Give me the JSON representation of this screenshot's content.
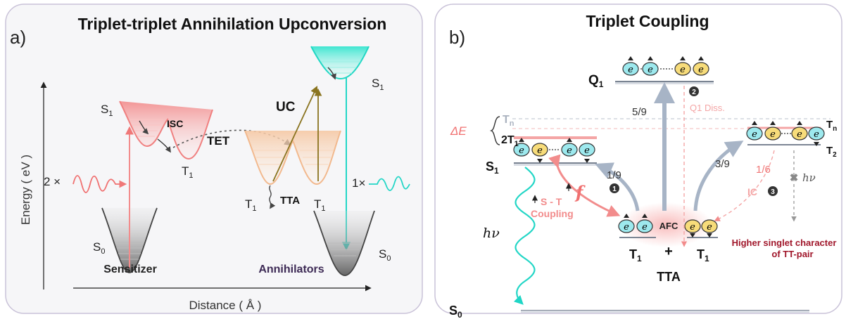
{
  "panel_a": {
    "tag": "a)",
    "title": "Triplet-triplet Annihilation Upconversion",
    "y_axis_label": "Energy ( eV )",
    "x_axis_label": "Distance ( Å )",
    "sensitizer": {
      "name": "Sensitizer",
      "s1": "S",
      "s1_sub": "1",
      "s0": "S",
      "s0_sub": "0",
      "t1": "T",
      "t1_sub": "1",
      "isc": "ISC"
    },
    "tet": "TET",
    "tta": "TTA",
    "uc": "UC",
    "annihilator": {
      "name": "Annihilators",
      "t1": "T",
      "t1_sub": "1",
      "s1": "S",
      "s1_sub": "1",
      "s0": "S",
      "s0_sub": "0"
    },
    "input_photons": "2 ×",
    "output_photons": "1×"
  },
  "panel_b": {
    "tag": "b)",
    "title": "Triplet Coupling",
    "q1": "Q",
    "q1_sub": "1",
    "s1": "S",
    "s1_sub": "1",
    "s0": "S",
    "s0_sub": "0",
    "tn": "T",
    "tn_sub": "n",
    "tn_right": "T",
    "tn_right_sub": "n",
    "t2": "T",
    "t2_sub": "2",
    "two_t1": "2T",
    "two_t1_sub": "1",
    "delta_e": "ΔE",
    "frac_5_9": "5/9",
    "frac_1_9": "1/9",
    "frac_3_9": "3/9",
    "frac_1_6": "1/6",
    "step_1": "1",
    "step_2": "2",
    "step_3": "3",
    "q1_diss": "Q1 Diss.",
    "ic": "IC",
    "hv_left": "hν",
    "hv_right": "hν",
    "st_coupling_1": "S - T",
    "st_coupling_2": "Coupling",
    "f_symbol": "f",
    "afc": "AFC",
    "electron": "e",
    "t1_left": "T",
    "t1_left_sub": "1",
    "t1_right": "T",
    "t1_right_sub": "1",
    "plus": "+",
    "tta": "TTA",
    "note_1": "Higher singlet character",
    "note_2": "of TT-pair"
  },
  "colors": {
    "sensitizer_red": "#f08080",
    "annihilator_orange": "#f4c49e",
    "annihilator_cyan": "#40e6d2",
    "electron_cyan": "#9de9ee",
    "electron_yellow": "#f7dc7a",
    "coupling_pink": "#f7a6a6",
    "arrow_gray": "#a7b4c6",
    "annihilators_text": "#3d2a55"
  }
}
